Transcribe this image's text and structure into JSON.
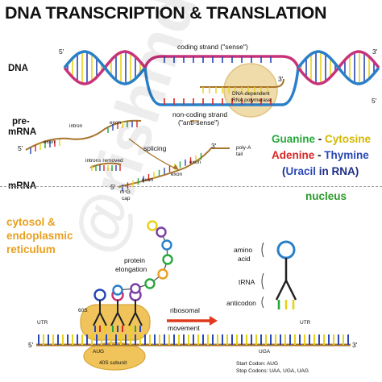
{
  "title": "DNA TRANSCRIPTION & TRANSLATION",
  "watermark": "@rishmd",
  "colors": {
    "guanine": "#27a83c",
    "cytosine": "#e6d21c",
    "adenine": "#d92525",
    "thymine": "#2948b5",
    "uracil": "#2948b5",
    "dna_strand_magenta": "#c8327a",
    "dna_strand_blue": "#2a7fc8",
    "rna_strand": "#a9742b",
    "polymerase": "#f0dcaa",
    "cytosol_label": "#e8a020",
    "nucleus_label": "#2a9a2a",
    "arrow_red": "#e03a1e"
  },
  "dna": {
    "label": "DNA",
    "five_prime_top": "5'",
    "three_prime_top": "3'",
    "three_prime_mid": "3'",
    "five_prime_mid": "5'",
    "coding_strand": "coding strand (\"sense\")",
    "non_coding_strand_line1": "non-coding strand",
    "non_coding_strand_line2": "(\"anti-sense\")",
    "polymerase_line1": "DNA-dependent",
    "polymerase_line2": "RNA polymerase"
  },
  "pre_mrna": {
    "label_line1": "pre-",
    "label_line2": "mRNA",
    "five_prime": "5'",
    "exon_left": "exon",
    "intron": "intron",
    "exon_right": "exon"
  },
  "splicing": {
    "introns_removed": "introns removed",
    "label": "splicing"
  },
  "mrna": {
    "label": "mRNA",
    "five_prime": "5'",
    "three_prime": "3'",
    "exon_1": "exon",
    "exon_2": "exon",
    "exon_3": "exon",
    "cap_line1": "m⁷G",
    "cap_line2": "cap",
    "polya_line1": "poly-A",
    "polya_line2": "tail"
  },
  "legend": {
    "guanine": "Guanine",
    "dash1": " - ",
    "cytosine": "Cytosine",
    "adenine": "Adenine",
    "dash2": " - ",
    "thymine": "Thymine",
    "open_paren": "(",
    "uracil": "Uracil",
    "in_rna": " in RNA)"
  },
  "nucleus": "nucleus",
  "cytosol": {
    "line1": "cytosol &",
    "line2": "endoplasmic",
    "line3": "reticulum"
  },
  "translation": {
    "protein_line1": "protein",
    "protein_line2": "elongation",
    "amino_acid_line1": "amino",
    "amino_acid_line2": "acid",
    "trna": "tRNA",
    "anticodon": "anticodon",
    "ribosomal_line1": "ribosomal",
    "ribosomal_line2": "movement",
    "utr_left": "UTR",
    "utr_right": "UTR",
    "subunit_60s": "60S",
    "subunit_40s": "40S subunit",
    "aug": "AUG",
    "uga": "UGA",
    "five_prime": "5'",
    "three_prime": "3'",
    "start_codon": "Start Codon: AUG",
    "stop_codons": "Stop Codons: UAA, UGA, UAG"
  }
}
